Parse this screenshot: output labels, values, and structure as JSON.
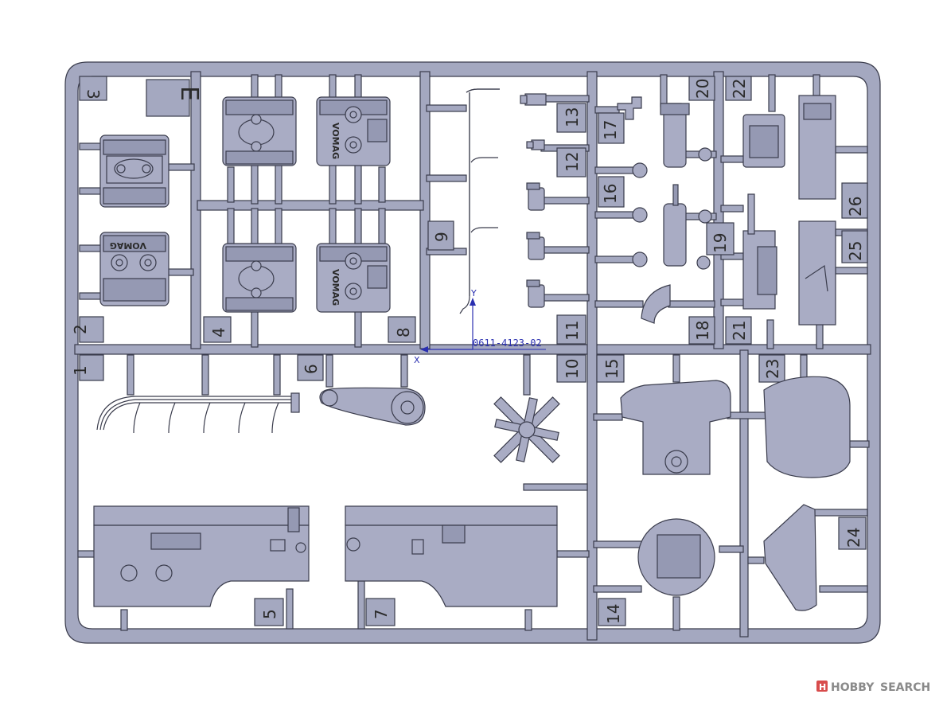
{
  "sprue": {
    "letter": "E",
    "code": "0611-4123-02",
    "axis": {
      "y_label": "Y",
      "x_label": "X"
    },
    "part_numbers": [
      "1",
      "2",
      "3",
      "4",
      "5",
      "6",
      "7",
      "8",
      "9",
      "10",
      "11",
      "12",
      "13",
      "14",
      "15",
      "16",
      "17",
      "18",
      "19",
      "20",
      "21",
      "22",
      "23",
      "24",
      "25",
      "26"
    ],
    "engine_emboss": "VOMAG"
  },
  "watermark": {
    "prefix": "H",
    "name": "HOBBY",
    "suffix": "SEARCH"
  },
  "colors": {
    "plastic": "#a9acc4",
    "outline": "#3a3c4c",
    "frame": "#9fa3bb",
    "axis": "#2a2fb0",
    "background": "#ffffff"
  }
}
